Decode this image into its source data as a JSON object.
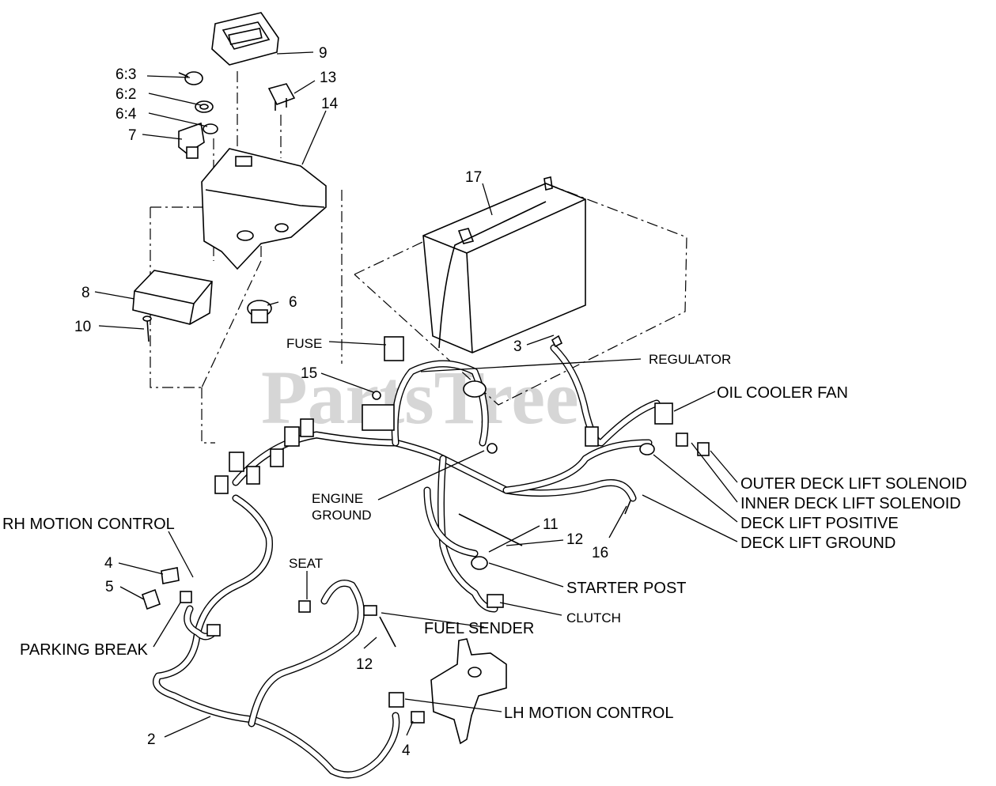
{
  "watermark": "PartsTree",
  "callouts": {
    "n9": "9",
    "n6_3": "6:3",
    "n6_2": "6:2",
    "n6_4": "6:4",
    "n13": "13",
    "n7": "7",
    "n14": "14",
    "n17": "17",
    "n8": "8",
    "n6": "6",
    "n10": "10",
    "n3": "3",
    "n15": "15",
    "n11": "11",
    "n12a": "12",
    "n16": "16",
    "n4a": "4",
    "n5": "5",
    "n12b": "12",
    "n2": "2",
    "n4b": "4"
  },
  "labels": {
    "fuse": "FUSE",
    "regulator": "REGULATOR",
    "oil_cooler_fan": "OIL COOLER FAN",
    "outer_deck_lift_solenoid": "OUTER DECK LIFT SOLENOID",
    "inner_deck_lift_solenoid": "INNER DECK LIFT SOLENOID",
    "deck_lift_positive": "DECK LIFT POSITIVE",
    "deck_lift_ground": "DECK LIFT GROUND",
    "engine_ground_1": "ENGINE",
    "engine_ground_2": "GROUND",
    "rh_motion_control": "RH MOTION CONTROL",
    "seat": "SEAT",
    "starter_post": "STARTER POST",
    "clutch": "CLUTCH",
    "fuel_sender": "FUEL SENDER",
    "parking_break": "PARKING BREAK",
    "lh_motion_control": "LH MOTION CONTROL"
  }
}
